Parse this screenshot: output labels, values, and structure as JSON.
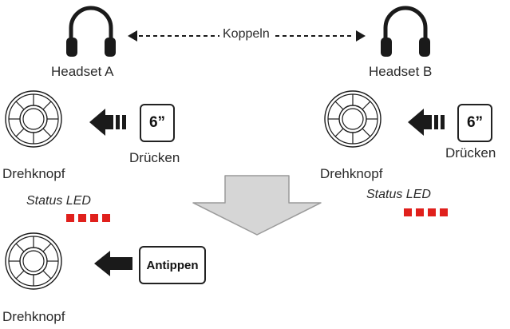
{
  "headsets": {
    "a": {
      "label": "Headset A",
      "icon": "headphones-icon"
    },
    "b": {
      "label": "Headset B",
      "icon": "headphones-icon"
    }
  },
  "pairing": {
    "label": "Koppeln"
  },
  "knob_label": "Drehknopf",
  "step1": {
    "key_label": "6”",
    "action_label": "Drücken"
  },
  "status_led": {
    "label": "Status LED",
    "color": "#e0201c",
    "count": 4
  },
  "step2": {
    "key_label": "Antippen"
  },
  "colors": {
    "arrow_big": "#d6d6d6",
    "arrow_big_stroke": "#9a9a9a",
    "ink": "#1a1a1a"
  }
}
